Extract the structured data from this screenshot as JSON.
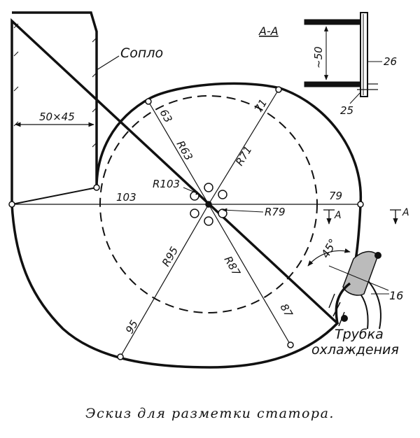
{
  "labels": {
    "nozzle": "Сопло",
    "nozzle_size": "50×45",
    "section": "А-А",
    "section_marker": "А",
    "section_height": "~50",
    "part_26": "26",
    "part_25": "25",
    "part_16": "16",
    "dim_103": "103",
    "dim_79": "79",
    "dim_63": "63",
    "dim_71": "71",
    "dim_95": "95",
    "dim_87": "87",
    "r103": "R103",
    "r63": "R63",
    "r71": "R71",
    "r79": "R79",
    "r95": "R95",
    "r87": "R87",
    "angle": "45°",
    "cooling_tube_line1": "Трубка",
    "cooling_tube_line2": "охлаждения"
  },
  "caption": "Эскиз для разметки статора."
}
